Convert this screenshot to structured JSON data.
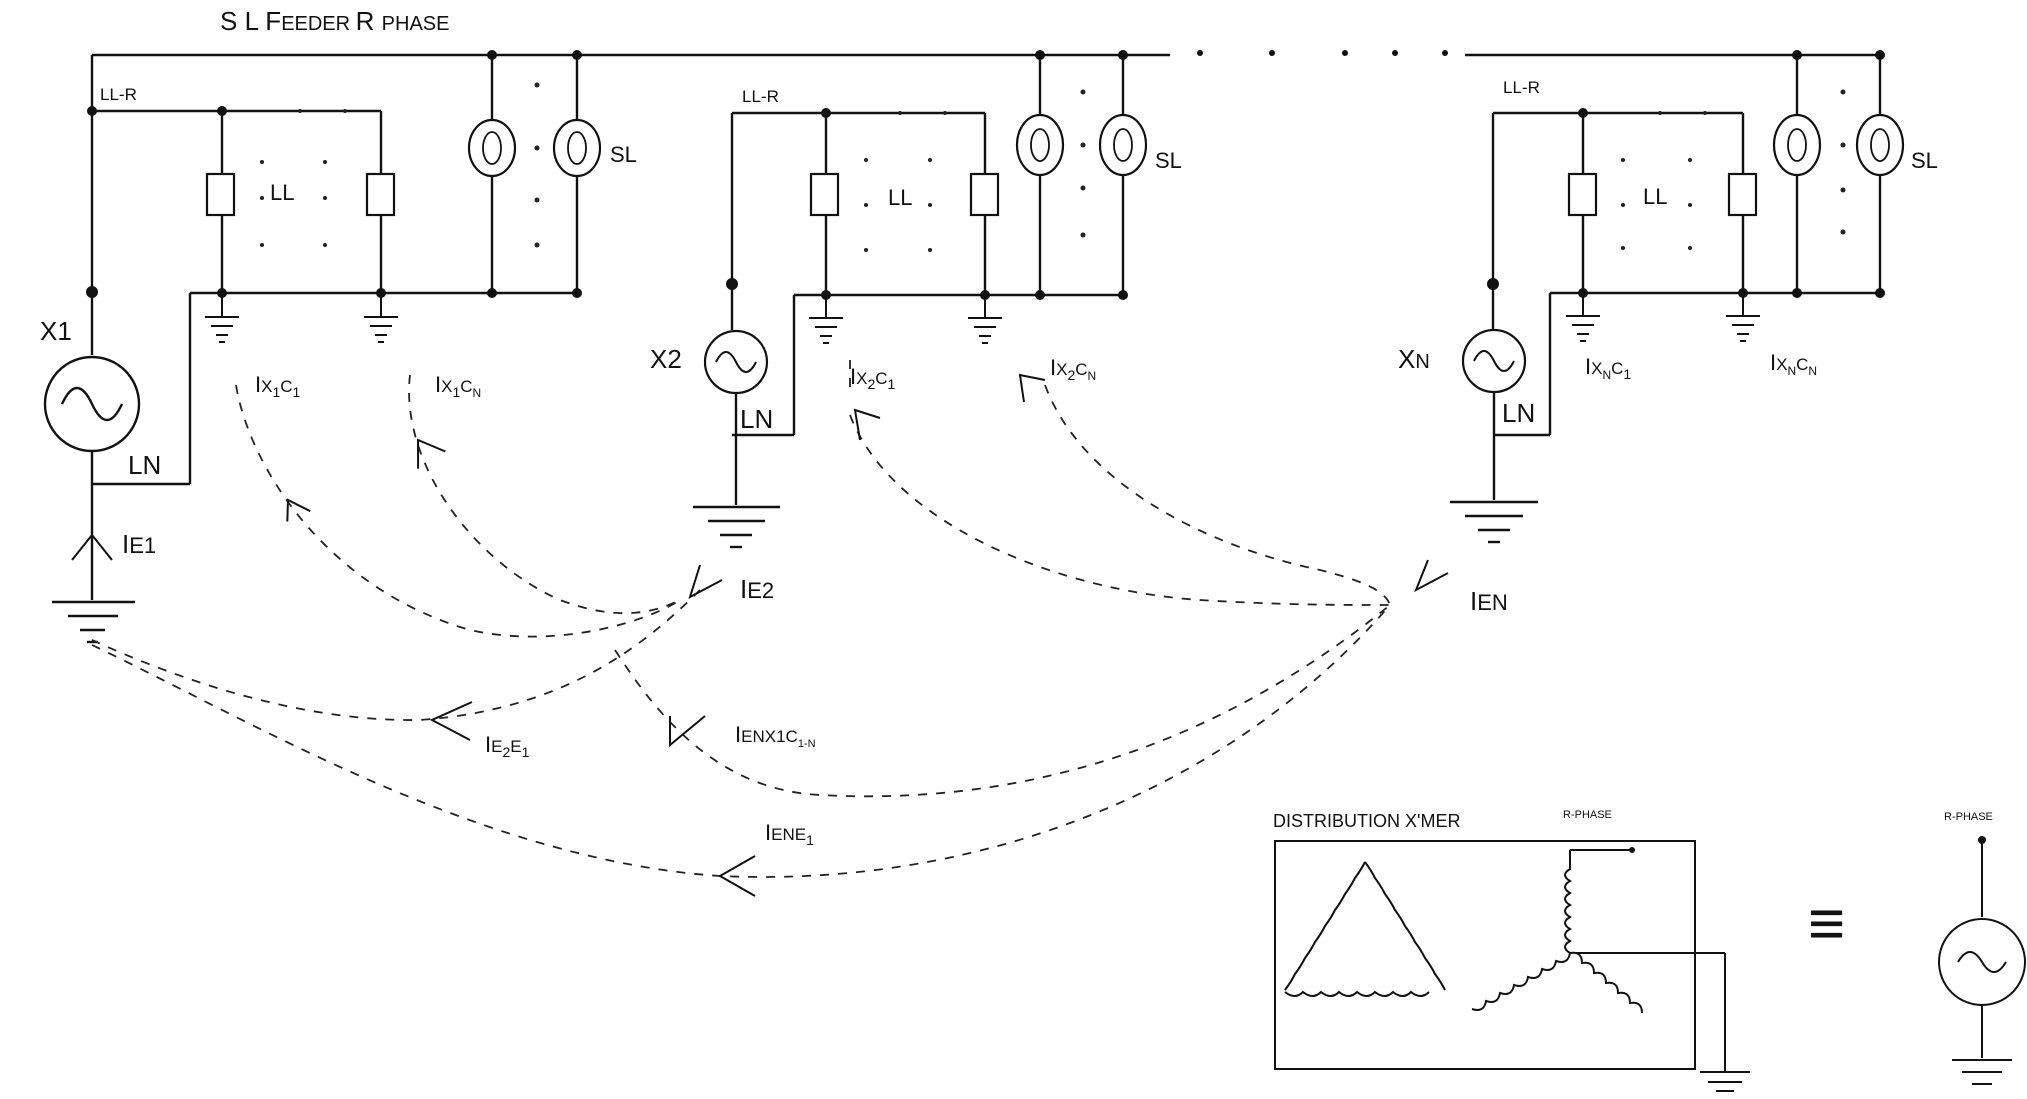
{
  "title": {
    "big": [
      "S L ",
      "F",
      "EEDER ",
      "R ",
      "PHASE"
    ]
  },
  "labels": {
    "ll_r": "LL-R",
    "ll": "LL",
    "sl": "SL",
    "ln": "LN",
    "x1": "X1",
    "x2": "X2",
    "xn": "X",
    "xn_sub": "N",
    "ie1": "I",
    "ie1_rest": "E1",
    "ie2_rest": "E2",
    "ien_rest": "EN",
    "ix1c1": [
      "I",
      "X",
      "1",
      "C",
      "1"
    ],
    "ix1cn": [
      "I",
      "X",
      "1",
      "C",
      "N"
    ],
    "ix2c1": [
      "I",
      "X",
      "2",
      "C",
      "1"
    ],
    "ix2cn": [
      "I",
      "X",
      "2",
      "C",
      "N"
    ],
    "ixnc1": [
      "I",
      "X",
      "N",
      "C",
      "1"
    ],
    "ixncn": [
      "I",
      "X",
      "N",
      "C",
      "N"
    ],
    "ie2e1": [
      "I",
      "E",
      "2",
      "E",
      "1"
    ],
    "ienx1c": [
      "I",
      "ENX1C",
      "1-N"
    ],
    "iene1": [
      "I",
      "ENE",
      "1"
    ]
  },
  "transformer": {
    "title": "DISTRIBUTION X'MER",
    "r_phase": "R-PHASE",
    "equiv_symbol": "≡",
    "equiv_r_phase": "R-PHASE"
  }
}
